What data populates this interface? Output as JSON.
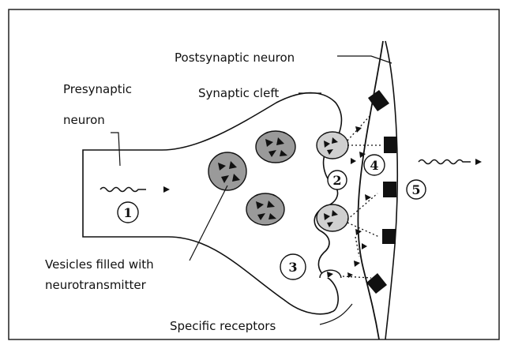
{
  "diagram": {
    "labels": {
      "postsynaptic": "Postsynaptic neuron",
      "presynaptic_line1": "Presynaptic",
      "presynaptic_line2": "neuron",
      "cleft": "Synaptic cleft",
      "vesicles_line1": "Vesicles filled with",
      "vesicles_line2": "neurotransmitter",
      "receptors": "Specific receptors"
    },
    "steps": [
      "1",
      "2",
      "3",
      "4",
      "5"
    ],
    "colors": {
      "line": "#111111",
      "vesicle_fill": "#cfcfcf",
      "vesicle_fill_dark": "#8e8e8e",
      "receptor": "#111111",
      "background": "#ffffff"
    }
  }
}
